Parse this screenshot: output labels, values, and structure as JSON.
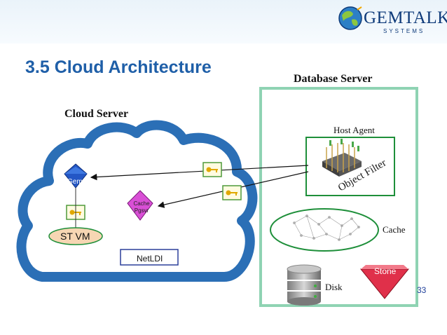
{
  "logo": {
    "brand": "GEMTALK",
    "sub": "SYSTEMS",
    "icon": "globe-icon"
  },
  "title": "3.5 Cloud Architecture",
  "database_server": {
    "title": "Database Server",
    "host_agent": "Host Agent",
    "object_filter": "Object Filter",
    "cache": "Cache",
    "disk": "Disk",
    "stone": "Stone"
  },
  "cloud_server": {
    "title": "Cloud Server",
    "gem": "Gem",
    "cache_pgsvr_line1": "Cache",
    "cache_pgsvr_line2": "Pgsvr",
    "stvm": "ST VM",
    "netldi": "NetLDI"
  },
  "icons": [
    "key-icon",
    "database-icon"
  ],
  "colors": {
    "title_blue": "#1f5fa8",
    "db_box_green": "#8fd3b3",
    "cloud_blue": "#2b6fb6",
    "gem_blue": "#2457c5",
    "pgsvr_magenta": "#d94fd6",
    "stvm_fill": "#f6d6b3",
    "stone_red": "#e0304a",
    "filter_box_green": "#1e8f3a"
  },
  "page_number": "33"
}
